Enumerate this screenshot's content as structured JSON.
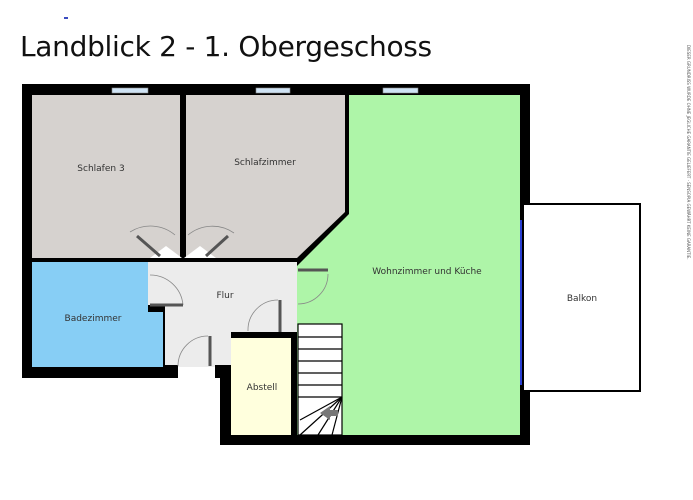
{
  "title": "Landblick 2 - 1. Obergeschoss",
  "disclaimer": "DIESER GRUNDRISS WURDE OHNE JEGLICHE GARANTIE GELIEFERT · SENSOPIA GEWÄHRT KEINE GARANTIE.",
  "rooms": {
    "schlafen3": "Schlafen 3",
    "schlafzimmer": "Schlafzimmer",
    "wohnzimmer": "Wohnzimmer und Küche",
    "badezimmer": "Badezimmer",
    "flur": "Flur",
    "abstell": "Abstell",
    "balkon": "Balkon"
  },
  "colors": {
    "wall": "#000000",
    "bedroom": "#d6d2cf",
    "living": "#aef5a8",
    "bath": "#87cef5",
    "hall": "#ececec",
    "storage": "#ffffdd",
    "window": "#2a3fd1"
  }
}
